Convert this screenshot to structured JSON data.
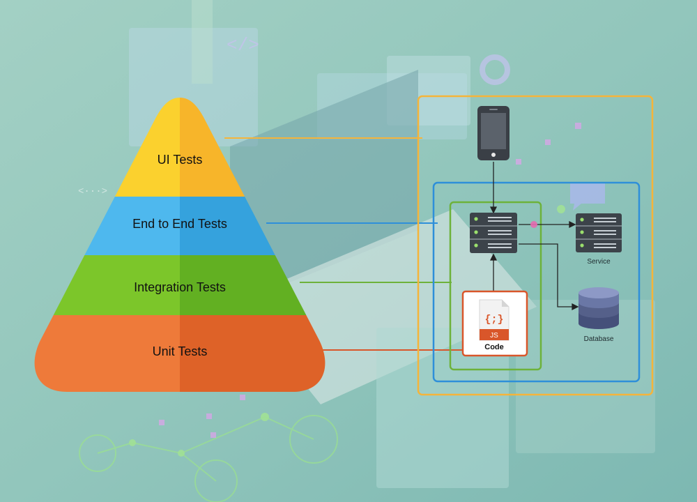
{
  "pyramid": {
    "levels": [
      {
        "label": "UI Tests",
        "color_left": "#FBD12E",
        "color_right": "#F7B52A"
      },
      {
        "label": "End to End Tests",
        "color_left": "#4EB8EE",
        "color_right": "#35A2DD"
      },
      {
        "label": "Integration Tests",
        "color_left": "#7CC62A",
        "color_right": "#62B022"
      },
      {
        "label": "Unit Tests",
        "color_left": "#EE7A3A",
        "color_right": "#DE6228"
      }
    ]
  },
  "architecture": {
    "code_label": "Code",
    "js_badge": "JS",
    "code_symbol": "{;}",
    "service_label": "Service",
    "database_label": "Database",
    "icons": [
      "smartphone-icon",
      "server-icon",
      "database-icon",
      "js-file-icon",
      "chat-bubble-icon"
    ]
  },
  "colors": {
    "ui_line": "#F5B43A",
    "e2e_line": "#2E8FD9",
    "integration_line": "#6DB23A",
    "unit_line": "#D9562A",
    "background_top": "#9CCBC1",
    "background_bottom": "#7FBDB4"
  },
  "decor": {
    "code_tag": "</>"
  }
}
